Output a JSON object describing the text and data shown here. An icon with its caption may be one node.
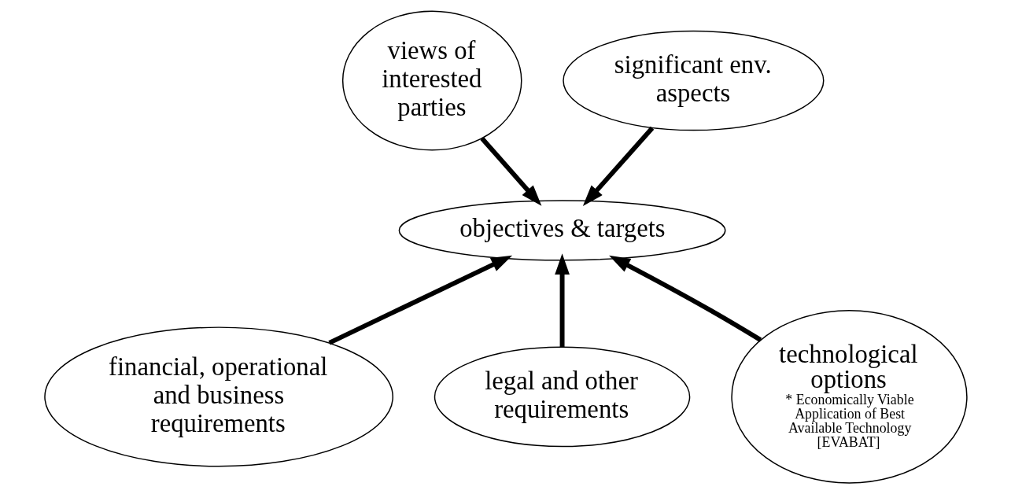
{
  "diagram": {
    "nodes": [
      {
        "text": [
          "views of interested parties"
        ]
      },
      {
        "text": [
          "significant env. aspects"
        ]
      },
      {
        "text": [
          "objectives & targets"
        ]
      },
      {
        "text": [
          "financial, operational and business requirements"
        ]
      },
      {
        "text": [
          "legal and other requirements"
        ]
      },
      {
        "text": [
          "technological options",
          "* Economically Viable Application of Best Available Technology [EVABAT]"
        ]
      }
    ],
    "edges": [
      {
        "from": 0,
        "to": 2,
        "arrow": "to"
      },
      {
        "from": 1,
        "to": 2,
        "arrow": "to"
      },
      {
        "from": 3,
        "to": 2,
        "arrow": "to"
      },
      {
        "from": 4,
        "to": 2,
        "arrow": "to"
      },
      {
        "from": 5,
        "to": 2,
        "arrow": "to"
      }
    ]
  }
}
